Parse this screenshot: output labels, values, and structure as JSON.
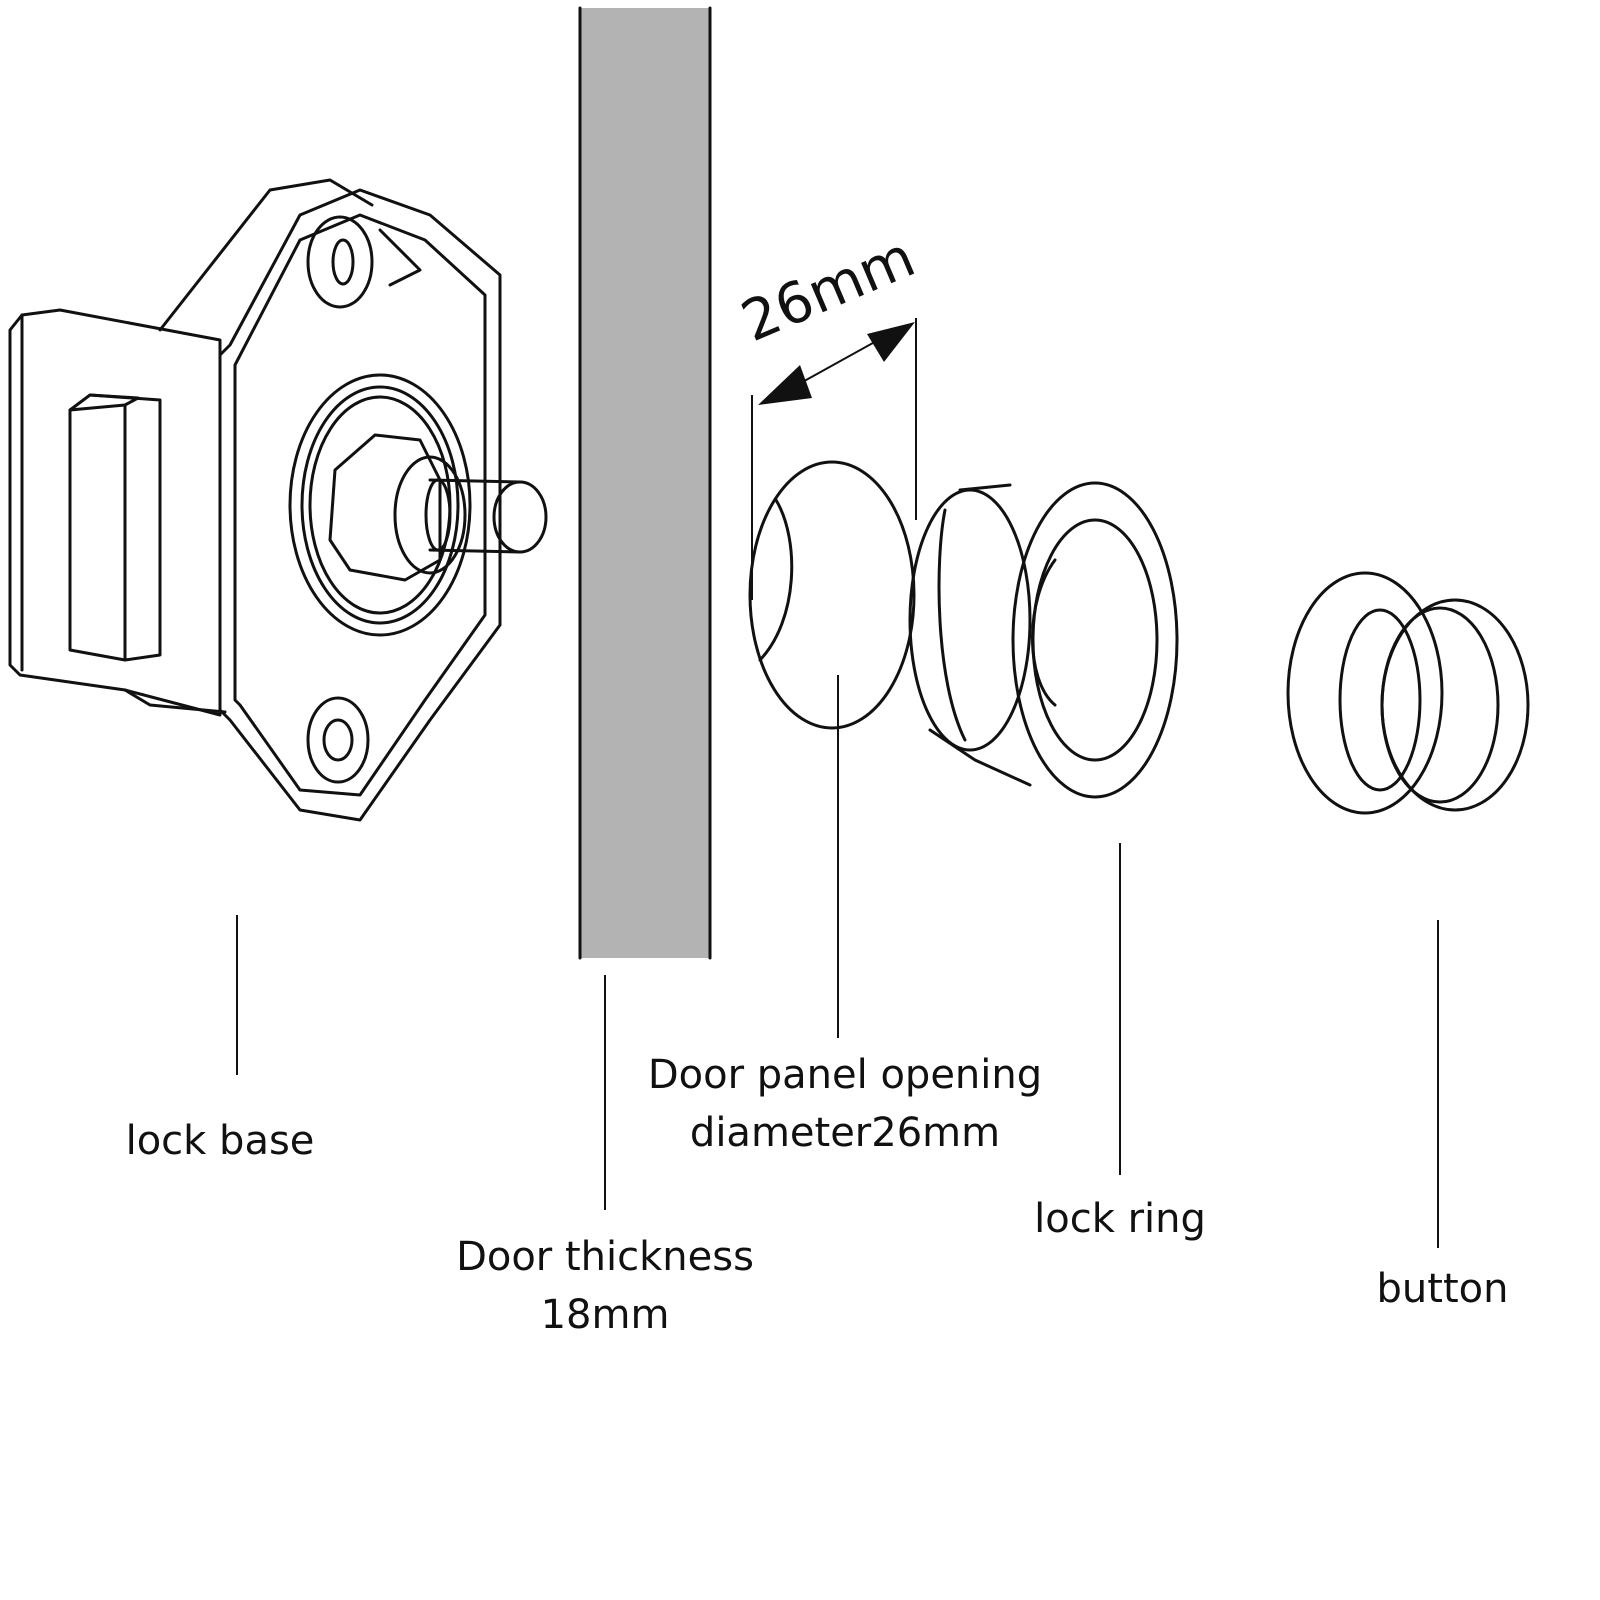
{
  "labels": {
    "lock_base": "lock base",
    "door_thickness_line1": "Door thickness",
    "door_thickness_line2": "18mm",
    "opening_line1": "Door panel opening",
    "opening_line2": "diameter26mm",
    "lock_ring": "lock ring",
    "button": "button"
  },
  "dimension": {
    "value": "26mm"
  },
  "colors": {
    "door_panel": "#b3b3b3",
    "line": "#111111",
    "background": "#ffffff"
  }
}
